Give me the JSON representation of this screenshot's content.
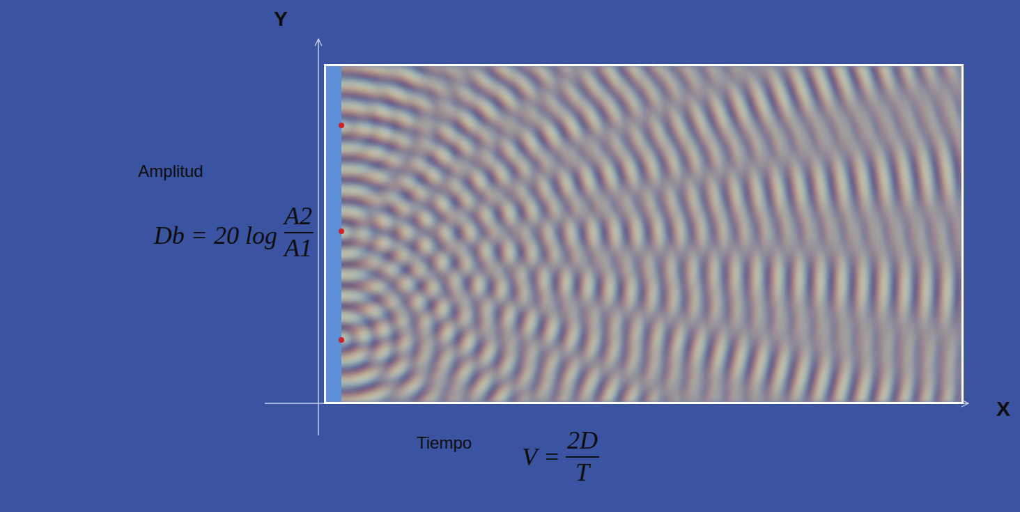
{
  "diagram": {
    "labels": [
      "Y",
      "Amplitud",
      "Db = 20 log",
      "A2",
      "A1",
      "X",
      "Tiempo",
      "V =",
      "2D",
      "T"
    ]
  }
}
